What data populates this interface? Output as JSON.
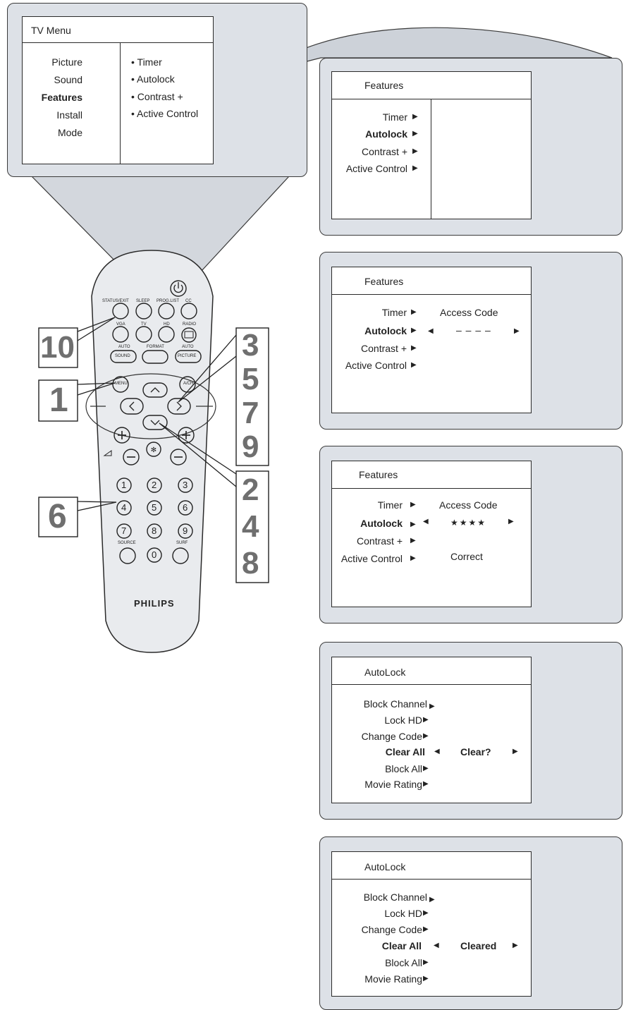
{
  "tv_menu": {
    "title": "TV Menu",
    "items": [
      "Picture",
      "Sound",
      "Features",
      "Install",
      "Mode"
    ],
    "sub_items": [
      "• Timer",
      "• Autolock",
      "• Contrast +",
      "• Active Control"
    ]
  },
  "features_menus": [
    {
      "title": "Features",
      "items": [
        "Timer",
        "Autolock",
        "Contrast +",
        "Active Control"
      ]
    },
    {
      "title": "Features",
      "items": [
        "Timer",
        "Autolock",
        "Contrast +",
        "Active Control"
      ],
      "access_label": "Access Code",
      "code_value": "– – – –"
    },
    {
      "title": "Features",
      "items": [
        "Timer",
        "Autolock",
        "Contrast +",
        "Active Control"
      ],
      "access_label": "Access Code",
      "code_value": "★★★★",
      "status": "Correct"
    }
  ],
  "autolock_menus": [
    {
      "title": "AutoLock",
      "items": [
        "Block Channel",
        "Lock HD",
        "Change Code",
        "Clear All",
        "Block All",
        "Movie Rating"
      ],
      "prompt": "Clear?"
    },
    {
      "title": "AutoLock",
      "items": [
        "Block Channel",
        "Lock HD",
        "Change Code",
        "Clear All",
        "Block All",
        "Movie Rating"
      ],
      "prompt": "Cleared"
    }
  ],
  "remote": {
    "brand": "PHILIPS",
    "top_labels": [
      "STATUS/EXIT",
      "SLEEP",
      "PROG.LIST",
      "CC"
    ],
    "mid_labels": [
      "VGA",
      "TV",
      "HD",
      "RADIO"
    ],
    "low_labels": [
      "AUTO",
      "FORMAT",
      "AUTO"
    ],
    "sound_label": "SOUND",
    "picture_label": "PICTURE",
    "menu_label": "MENU",
    "ach_label": "A/CH",
    "digits": [
      "1",
      "2",
      "3",
      "4",
      "5",
      "6",
      "7",
      "8",
      "9",
      "0"
    ],
    "source_label": "SOURCE",
    "surf_label": "SURF"
  },
  "step_labels": {
    "left_10": "10",
    "left_1": "1",
    "left_6": "6",
    "right_a": [
      "3",
      "5",
      "7",
      "9"
    ],
    "right_b": [
      "2",
      "4",
      "8"
    ]
  },
  "colors": {
    "panel": "#dde1e7",
    "remote": "#e9ebee",
    "step_number": "#6f6f6f"
  }
}
